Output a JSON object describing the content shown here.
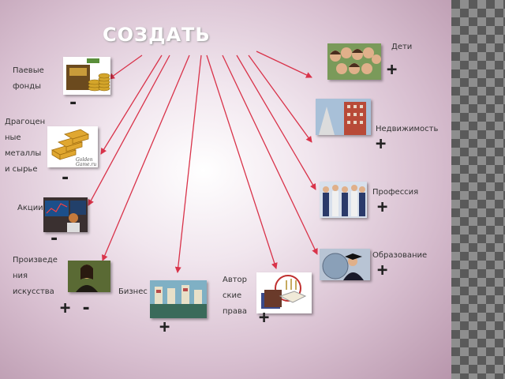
{
  "title": "СОЗДАТЬ",
  "colors": {
    "arrow": "#d9334a",
    "title": "#ffffff"
  },
  "items": {
    "paevye": {
      "label": "Паевые\nфонды",
      "sign": "-",
      "icon": "coins-icon"
    },
    "metals": {
      "label": "Драгоцен\nные\nметаллы\nи сырье",
      "sign": "-",
      "icon": "gold-bars-icon",
      "pic_text": "Golden\nGame.ru"
    },
    "stocks": {
      "label": "Акции",
      "sign": "-",
      "icon": "trader-icon"
    },
    "art": {
      "label": "Произведе\nния\nискусства",
      "sign": "+ -",
      "icon": "painting-icon"
    },
    "business": {
      "label": "Бизнес",
      "sign": "+",
      "icon": "shop-icon"
    },
    "copyright": {
      "label": "Автор\nские\nправа",
      "sign": "+",
      "icon": "books-icon"
    },
    "children": {
      "label": "Дети",
      "sign": "+",
      "icon": "children-icon"
    },
    "realty": {
      "label": "Недвижимость",
      "sign": "+",
      "icon": "building-icon"
    },
    "profession": {
      "label": "Профессия",
      "sign": "+",
      "icon": "people-icon"
    },
    "education": {
      "label": "Образование",
      "sign": "+",
      "icon": "graduate-icon"
    }
  }
}
